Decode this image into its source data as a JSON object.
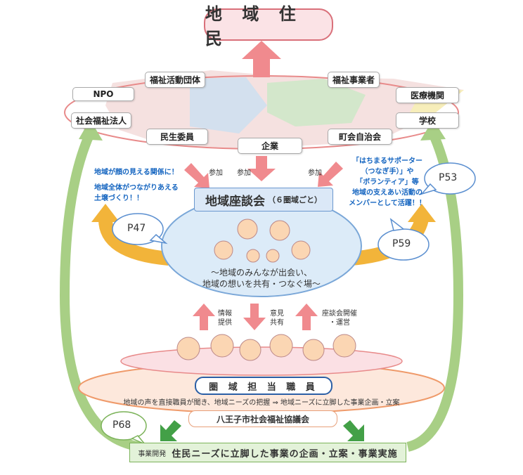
{
  "title": "地 域 住 民",
  "organizations": {
    "fukushi_katsudo": "福祉活動団体",
    "fukushi_jigyosha": "福祉事業者",
    "npo": "NPO",
    "iryo": "医療機関",
    "shakai_fukushi_hojin": "社会福祉法人",
    "gakko": "学校",
    "minsei_iin": "民生委員",
    "kigyo": "企業",
    "chonaikai": "町会自治会"
  },
  "participation": {
    "sanka1": "参加",
    "sanka2": "参加",
    "sanka3": "参加"
  },
  "left_note": {
    "line1": "地域が顔の見える関係に！",
    "line2": "地域全体がつながりあえる",
    "line3": "土壌づくり！！"
  },
  "right_note": {
    "line1": "「はちまるサポーター",
    "line2": "（つなぎ手）」や",
    "line3": "「ボランティア」等",
    "line4": "地域の支えあい活動の",
    "line5": "メンバーとして活躍！！"
  },
  "pages": {
    "p53": "P53",
    "p47": "P47",
    "p59": "P59",
    "p68": "P68"
  },
  "zadankai": {
    "title": "地域座談会",
    "sub": "（６圏域ごと）"
  },
  "zadankai_desc": {
    "line1": "～地域のみんなが出会い、",
    "line2": "地域の想いを共有・つなぐ場～"
  },
  "middle_arrows": {
    "joho1": "情報",
    "joho2": "提供",
    "iken1": "意見",
    "iken2": "共有",
    "kaisai1": "座談会開催",
    "kaisai2": "・運営"
  },
  "staff": "圏 域 担 当 職 員",
  "flow_text": "地域の声を直接職員が聞き、地域ニーズの把握 ⇒ 地域ニーズに立脚した事業企画・立案",
  "council": "八王子市社会福祉協議会",
  "bottom": {
    "label": "事業開発",
    "main": "住民ニーズに立脚した事業の企画・立案・事業実施"
  }
}
